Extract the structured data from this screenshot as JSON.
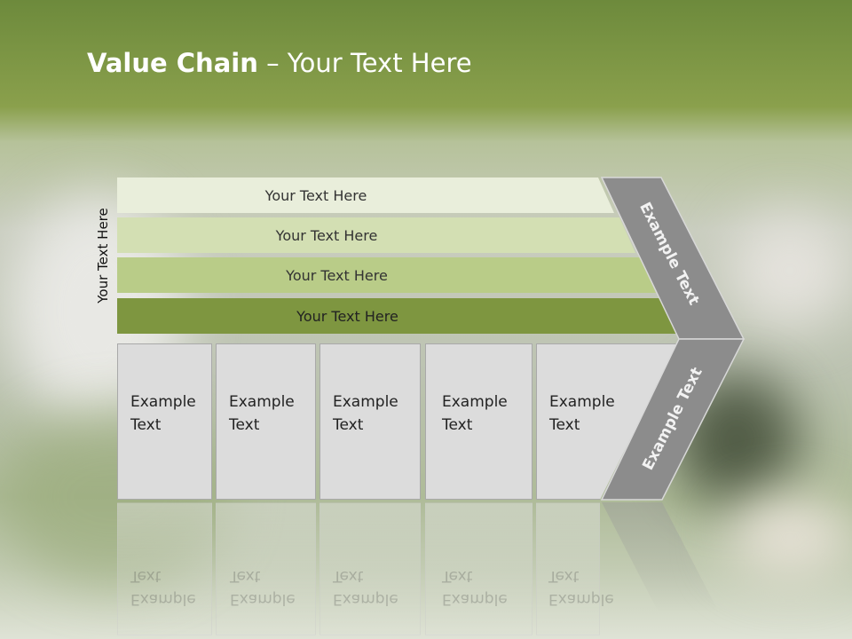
{
  "title": {
    "bold": "Value Chain",
    "rest": " – Your Text Here"
  },
  "side_label": "Your Text Here",
  "bars": [
    "Your Text Here",
    "Your Text Here",
    "Your Text Here",
    "Your Text Here"
  ],
  "boxes": [
    {
      "line1": "Example",
      "line2": "Text"
    },
    {
      "line1": "Example",
      "line2": "Text"
    },
    {
      "line1": "Example",
      "line2": "Text"
    },
    {
      "line1": "Example",
      "line2": "Text"
    },
    {
      "line1": "Example",
      "line2": "Text"
    }
  ],
  "chevron": {
    "upper_label": "Example Text",
    "lower_label": "Example Text"
  },
  "colors": {
    "header": "#7a9644",
    "bar1": "#e9eedb",
    "bar2": "#d3dfb3",
    "bar3": "#b9cc88",
    "bar4": "#7e9640",
    "box": "#dcdcdc",
    "chevron": "#8c8c8c"
  }
}
